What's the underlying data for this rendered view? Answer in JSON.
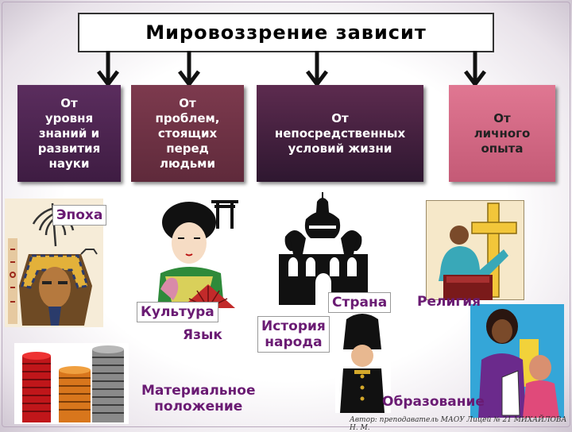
{
  "title": "Мировоззрение зависит",
  "boxes": [
    "От\nуровня\nзнаний и\nразвития\nнауки",
    "От\nпроблем,\nстоящих\nперед\nлюдьми",
    "От\nнепосредственных\nусловий жизни",
    "От\nличного\nопыта"
  ],
  "labels": {
    "epoch": "Эпоха",
    "culture": "Культура",
    "language": "Язык",
    "country": "Страна",
    "religion": "Религия",
    "history": "История\nнарода",
    "material": "Материальное\nположение",
    "education": "Образование"
  },
  "credit": "Автор: преподаватель МАОУ Лицей № 21 МИХАЙЛОВА Н. М.",
  "colors": {
    "box1": "#4a2350",
    "box2": "#6e3146",
    "box3": "#44203f",
    "box4": "#d56a86",
    "label": "#6a1b73"
  }
}
